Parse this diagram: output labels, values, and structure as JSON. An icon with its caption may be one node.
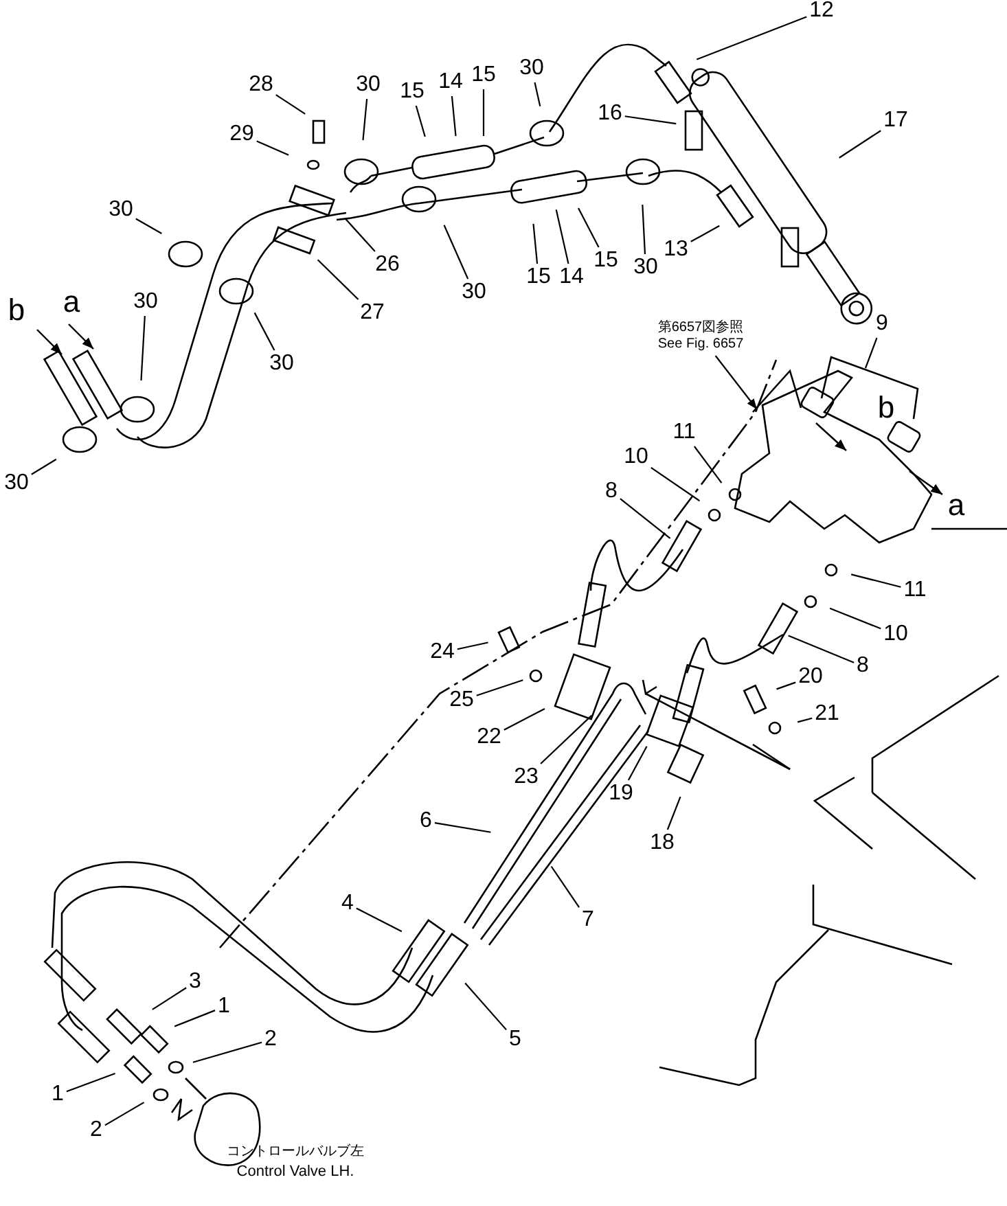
{
  "diagram": {
    "nodes": [
      {
        "text": [
          "12"
        ]
      },
      {
        "text": [
          "28"
        ]
      },
      {
        "text": [
          "30"
        ]
      },
      {
        "text": [
          "15"
        ]
      },
      {
        "text": [
          "14"
        ]
      },
      {
        "text": [
          "15"
        ]
      },
      {
        "text": [
          "30"
        ]
      },
      {
        "text": [
          "16"
        ]
      },
      {
        "text": [
          "17"
        ]
      },
      {
        "text": [
          "29"
        ]
      },
      {
        "text": [
          "30"
        ]
      },
      {
        "text": [
          "26"
        ]
      },
      {
        "text": [
          "30"
        ]
      },
      {
        "text": [
          "15"
        ]
      },
      {
        "text": [
          "14"
        ]
      },
      {
        "text": [
          "15"
        ]
      },
      {
        "text": [
          "30"
        ]
      },
      {
        "text": [
          "13"
        ]
      },
      {
        "text": [
          "27"
        ]
      },
      {
        "text": [
          "30"
        ]
      },
      {
        "text": [
          "30"
        ]
      },
      {
        "text": [
          "30"
        ]
      },
      {
        "text": [
          "第6657図参照",
          "See Fig. 6657"
        ]
      },
      {
        "text": [
          "9"
        ]
      },
      {
        "text": [
          "11"
        ]
      },
      {
        "text": [
          "10"
        ]
      },
      {
        "text": [
          "8"
        ]
      },
      {
        "text": [
          "11"
        ]
      },
      {
        "text": [
          "10"
        ]
      },
      {
        "text": [
          "8"
        ]
      },
      {
        "text": [
          "20"
        ]
      },
      {
        "text": [
          "21"
        ]
      },
      {
        "text": [
          "24"
        ]
      },
      {
        "text": [
          "25"
        ]
      },
      {
        "text": [
          "22"
        ]
      },
      {
        "text": [
          "23"
        ]
      },
      {
        "text": [
          "19"
        ]
      },
      {
        "text": [
          "18"
        ]
      },
      {
        "text": [
          "6"
        ]
      },
      {
        "text": [
          "7"
        ]
      },
      {
        "text": [
          "4"
        ]
      },
      {
        "text": [
          "5"
        ]
      },
      {
        "text": [
          "3"
        ]
      },
      {
        "text": [
          "1"
        ]
      },
      {
        "text": [
          "2"
        ]
      },
      {
        "text": [
          "1"
        ]
      },
      {
        "text": [
          "2"
        ]
      }
    ],
    "edges": [
      {
        "from": 0,
        "to": null,
        "arrow": "none"
      },
      {
        "from": 1,
        "to": null,
        "arrow": "none"
      },
      {
        "from": 2,
        "to": null,
        "arrow": "none"
      },
      {
        "from": 3,
        "to": null,
        "arrow": "none"
      },
      {
        "from": 4,
        "to": null,
        "arrow": "none"
      },
      {
        "from": 5,
        "to": null,
        "arrow": "none"
      },
      {
        "from": 6,
        "to": null,
        "arrow": "none"
      },
      {
        "from": 7,
        "to": null,
        "arrow": "none"
      },
      {
        "from": 8,
        "to": null,
        "arrow": "none"
      },
      {
        "from": 9,
        "to": null,
        "arrow": "none"
      },
      {
        "from": 10,
        "to": null,
        "arrow": "none"
      },
      {
        "from": 11,
        "to": null,
        "arrow": "none"
      },
      {
        "from": 12,
        "to": null,
        "arrow": "none"
      },
      {
        "from": 13,
        "to": null,
        "arrow": "none"
      },
      {
        "from": 14,
        "to": null,
        "arrow": "none"
      },
      {
        "from": 15,
        "to": null,
        "arrow": "none"
      },
      {
        "from": 16,
        "to": null,
        "arrow": "none"
      },
      {
        "from": 17,
        "to": null,
        "arrow": "none"
      },
      {
        "from": 18,
        "to": null,
        "arrow": "none"
      },
      {
        "from": 19,
        "to": null,
        "arrow": "none"
      },
      {
        "from": 20,
        "to": null,
        "arrow": "none"
      },
      {
        "from": 21,
        "to": null,
        "arrow": "none"
      },
      {
        "from": 22,
        "to": null,
        "arrow": "to"
      },
      {
        "from": 23,
        "to": null,
        "arrow": "none"
      },
      {
        "from": 24,
        "to": null,
        "arrow": "none"
      },
      {
        "from": 25,
        "to": null,
        "arrow": "none"
      },
      {
        "from": 26,
        "to": null,
        "arrow": "none"
      },
      {
        "from": 27,
        "to": null,
        "arrow": "none"
      },
      {
        "from": 28,
        "to": null,
        "arrow": "none"
      },
      {
        "from": 29,
        "to": null,
        "arrow": "none"
      },
      {
        "from": 30,
        "to": null,
        "arrow": "none"
      },
      {
        "from": 31,
        "to": null,
        "arrow": "none"
      },
      {
        "from": 32,
        "to": null,
        "arrow": "none"
      },
      {
        "from": 33,
        "to": null,
        "arrow": "none"
      },
      {
        "from": 34,
        "to": null,
        "arrow": "none"
      },
      {
        "from": 35,
        "to": null,
        "arrow": "none"
      },
      {
        "from": 36,
        "to": null,
        "arrow": "none"
      },
      {
        "from": 37,
        "to": null,
        "arrow": "none"
      },
      {
        "from": 38,
        "to": null,
        "arrow": "none"
      },
      {
        "from": 39,
        "to": null,
        "arrow": "none"
      },
      {
        "from": 40,
        "to": null,
        "arrow": "none"
      },
      {
        "from": 41,
        "to": null,
        "arrow": "none"
      },
      {
        "from": 42,
        "to": null,
        "arrow": "none"
      },
      {
        "from": 43,
        "to": null,
        "arrow": "none"
      },
      {
        "from": 44,
        "to": null,
        "arrow": "none"
      },
      {
        "from": 45,
        "to": null,
        "arrow": "none"
      },
      {
        "from": 46,
        "to": null,
        "arrow": "none"
      }
    ],
    "labels": [
      "b",
      "a",
      "b",
      "a",
      "コントロールバルブ左",
      "Control Valve LH."
    ]
  }
}
